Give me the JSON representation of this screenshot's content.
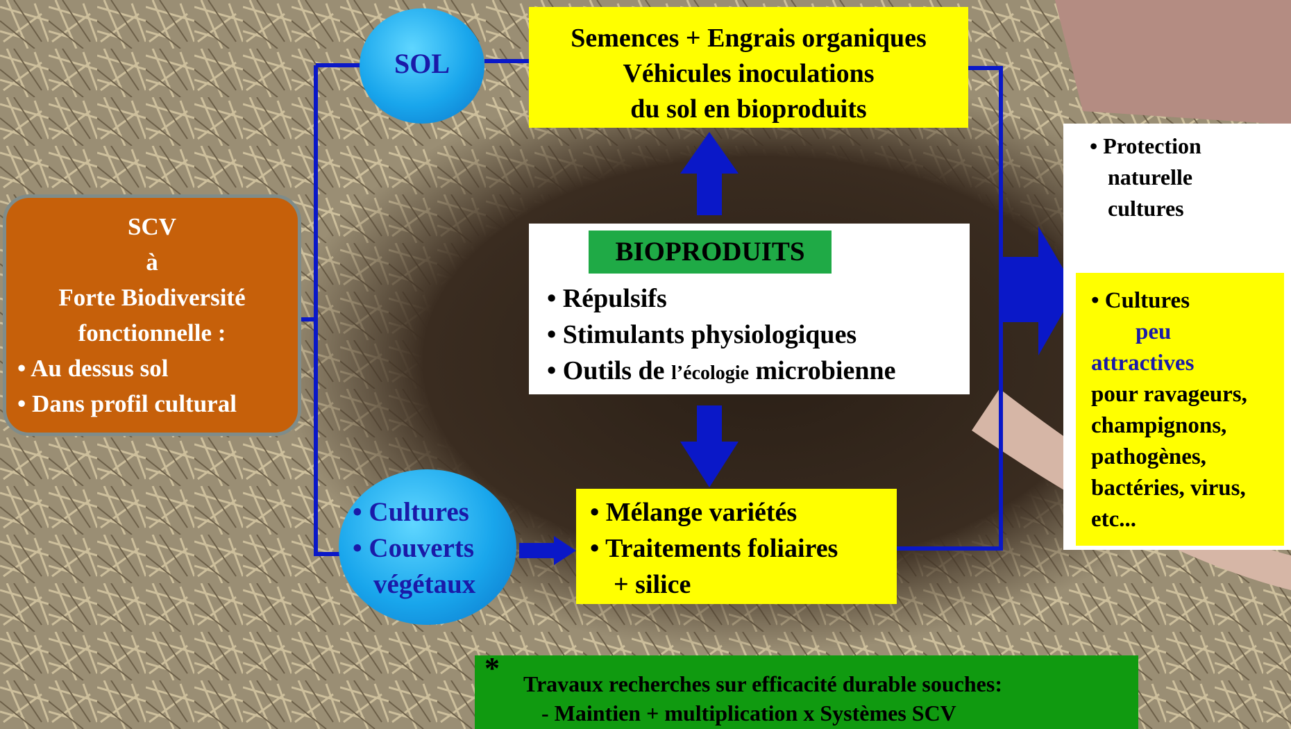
{
  "scv_box": {
    "lines": [
      "SCV",
      "à",
      "Forte Biodiversité",
      "fonctionnelle :",
      "• Au dessus sol",
      "• Dans profil cultural"
    ]
  },
  "sol_ellipse": {
    "label": "SOL"
  },
  "top_box": {
    "lines": [
      "Semences + Engrais organiques",
      "Véhicules inoculations",
      "du sol en bioproduits"
    ]
  },
  "bioproduits": {
    "title": "BIOPRODUITS",
    "item1": "• Répulsifs",
    "item2": "• Stimulants physiologiques",
    "item3_a": "• Outils de ",
    "item3_b": "l’écologie",
    "item3_c": " microbienne"
  },
  "cultures_ellipse": {
    "lines": [
      "• Cultures",
      "• Couverts",
      "végétaux"
    ]
  },
  "lower_box": {
    "lines": [
      "• Mélange variétés",
      "• Traitements foliaires",
      "+ silice"
    ]
  },
  "protection_box": {
    "lines": [
      "• Protection",
      "naturelle",
      "cultures"
    ]
  },
  "cultures_box": {
    "line1": "• Cultures",
    "line2": "peu",
    "line3": "attractives",
    "line4": "pour ravageurs,",
    "line5": "champignons,",
    "line6": "pathogènes,",
    "line7": "bactéries, virus,",
    "line8": "etc..."
  },
  "research_box": {
    "star": "*",
    "line1": "Travaux recherches sur efficacité durable souches:",
    "line2": "- Maintien + multiplication x Systèmes SCV"
  },
  "colors": {
    "connector": "#0a18c8",
    "red_arrow": "#c00000",
    "yellow": "#ffff00",
    "green": "#109a10",
    "orange": "#c6600a"
  }
}
